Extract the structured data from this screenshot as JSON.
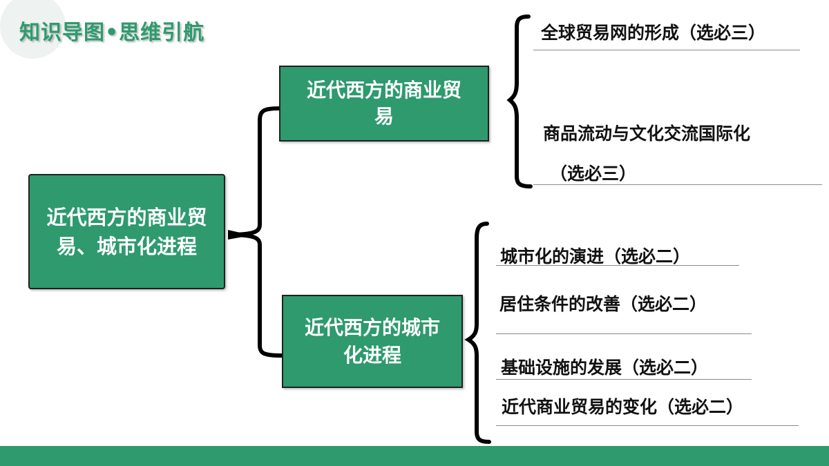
{
  "header": {
    "title": "知识导图•思维引航"
  },
  "root": {
    "label": "近代西方的商业贸易、城市化进程"
  },
  "branches": [
    {
      "label": "近代西方的商业贸易",
      "items": [
        "全球贸易网的形成（选必三）",
        "商品流动与文化交流国际化",
        "（选必三）"
      ]
    },
    {
      "label": "近代西方的城市化进程",
      "items": [
        "城市化的演进（选必二）",
        "居住条件的改善（选必二）",
        "基础设施的发展（选必二）",
        "近代商业贸易的变化（选必二）"
      ]
    }
  ],
  "colors": {
    "accent": "#2e9a6e",
    "border": "#1f1f1f",
    "text": "#111111"
  }
}
